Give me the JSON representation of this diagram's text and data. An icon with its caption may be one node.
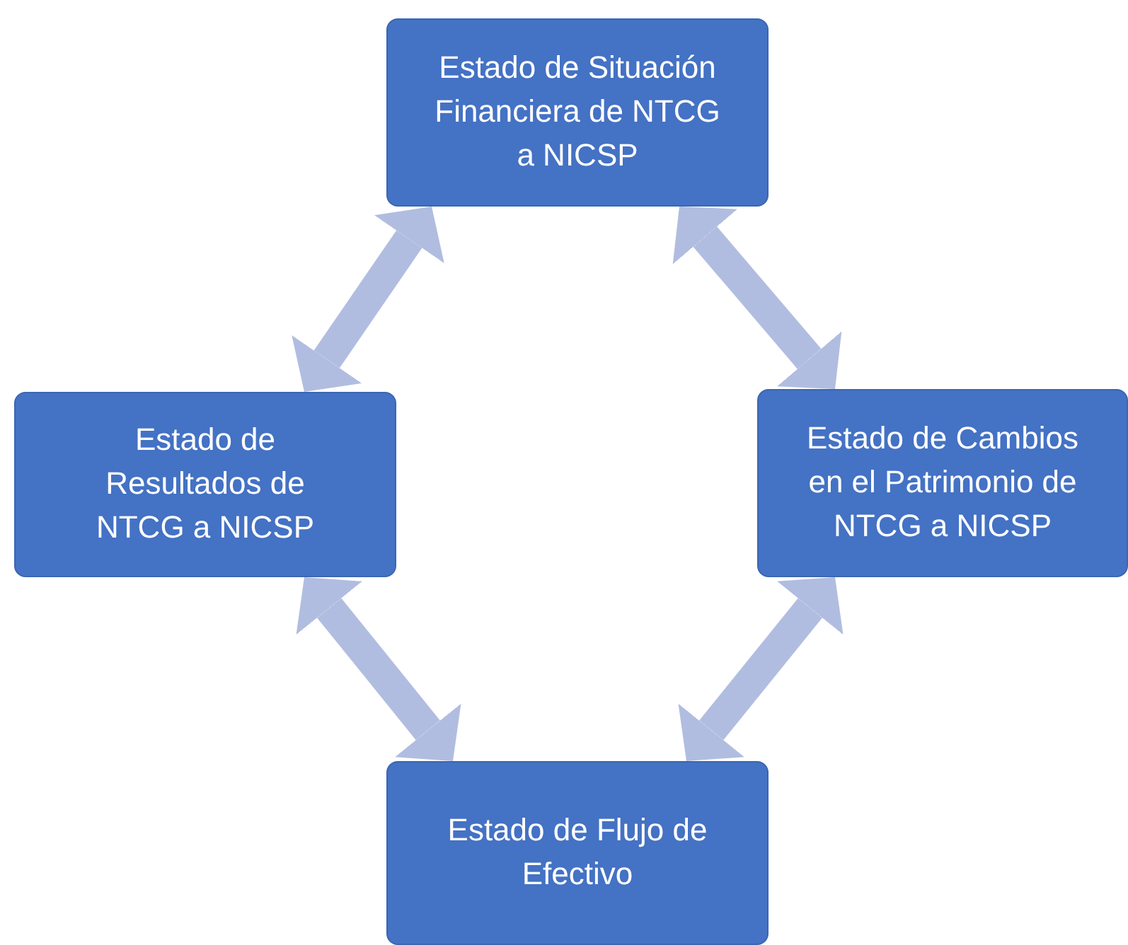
{
  "diagram": {
    "nodes": [
      {
        "text": [
          "Estado de Situación Financiera de NTCG a NICSP"
        ]
      },
      {
        "text": [
          "Estado de Resultados de NTCG a NICSP"
        ]
      },
      {
        "text": [
          "Estado de Cambios en el Patrimonio de NTCG a NICSP"
        ]
      },
      {
        "text": [
          "Estado de Flujo de Efectivo"
        ]
      }
    ],
    "edges": [
      {
        "from": 0,
        "to": 1,
        "arrow": "both"
      },
      {
        "from": 0,
        "to": 2,
        "arrow": "both"
      },
      {
        "from": 1,
        "to": 3,
        "arrow": "both"
      },
      {
        "from": 2,
        "to": 3,
        "arrow": "both"
      }
    ]
  }
}
